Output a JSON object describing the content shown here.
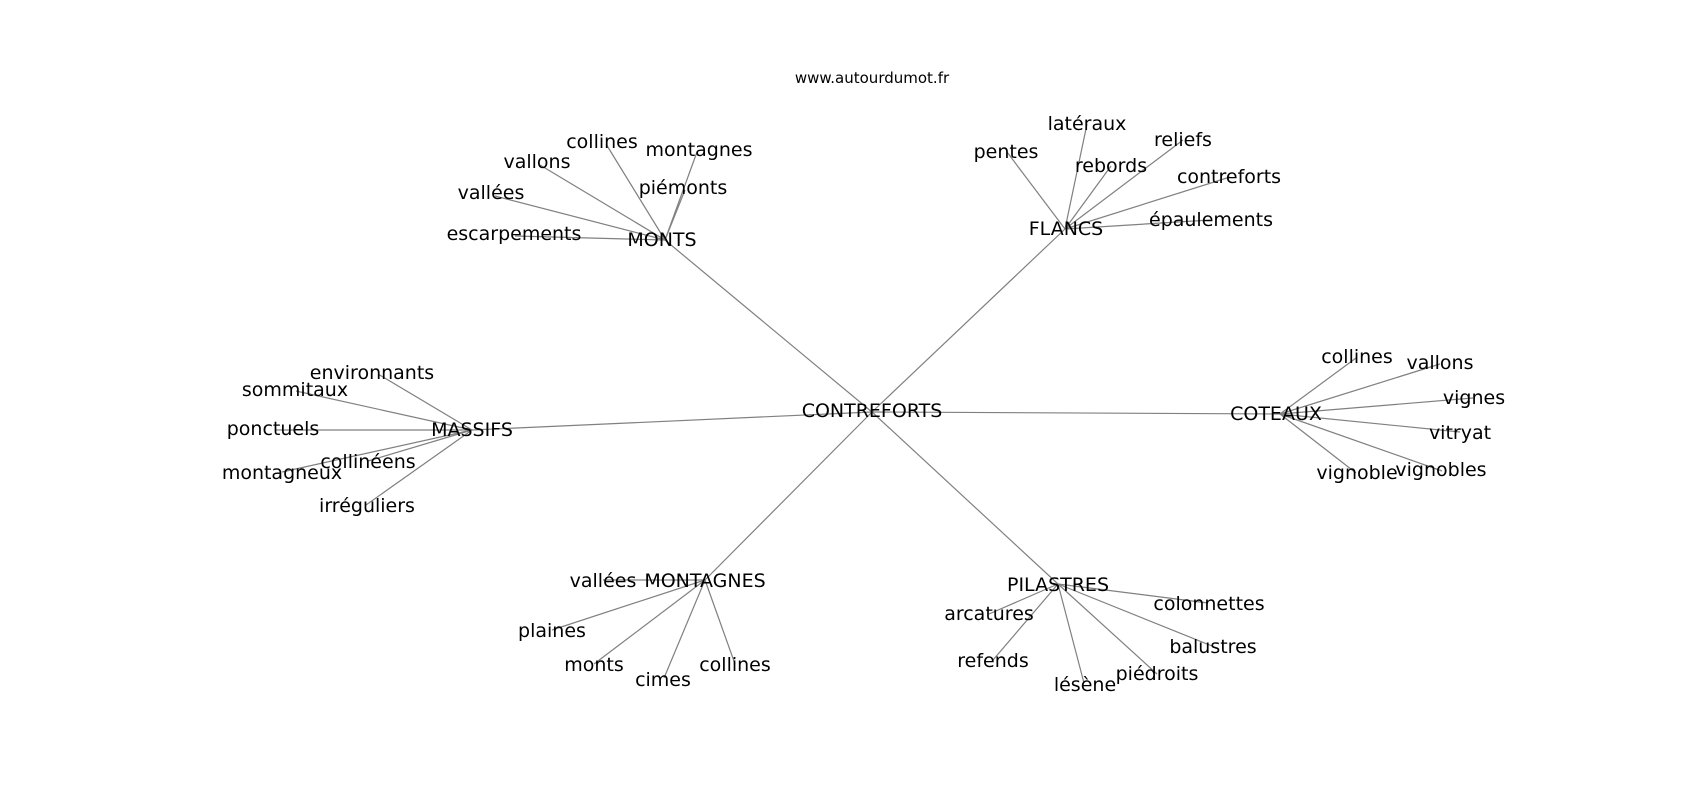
{
  "source": "www.autourdumot.fr",
  "colors": {
    "edge": "#808080",
    "text": "#000000",
    "background": "#ffffff"
  },
  "graph": {
    "center": "CONTREFORTS",
    "hubs": [
      {
        "label": "MONTS",
        "leaves": [
          "collines",
          "montagnes",
          "vallons",
          "piémonts",
          "vallées",
          "escarpements"
        ]
      },
      {
        "label": "FLANCS",
        "leaves": [
          "latéraux",
          "pentes",
          "reliefs",
          "rebords",
          "contreforts",
          "épaulements"
        ]
      },
      {
        "label": "MASSIFS",
        "leaves": [
          "environnants",
          "sommitaux",
          "ponctuels",
          "collinéens",
          "montagneux",
          "irréguliers"
        ]
      },
      {
        "label": "COTEAUX",
        "leaves": [
          "collines",
          "vallons",
          "vignes",
          "vitryat",
          "vignoble",
          "vignobles"
        ]
      },
      {
        "label": "MONTAGNES",
        "leaves": [
          "vallées",
          "plaines",
          "monts",
          "cimes",
          "collines"
        ]
      },
      {
        "label": "PILASTRES",
        "leaves": [
          "arcatures",
          "colonnettes",
          "refends",
          "balustres",
          "piédroits",
          "lésène"
        ]
      }
    ]
  }
}
